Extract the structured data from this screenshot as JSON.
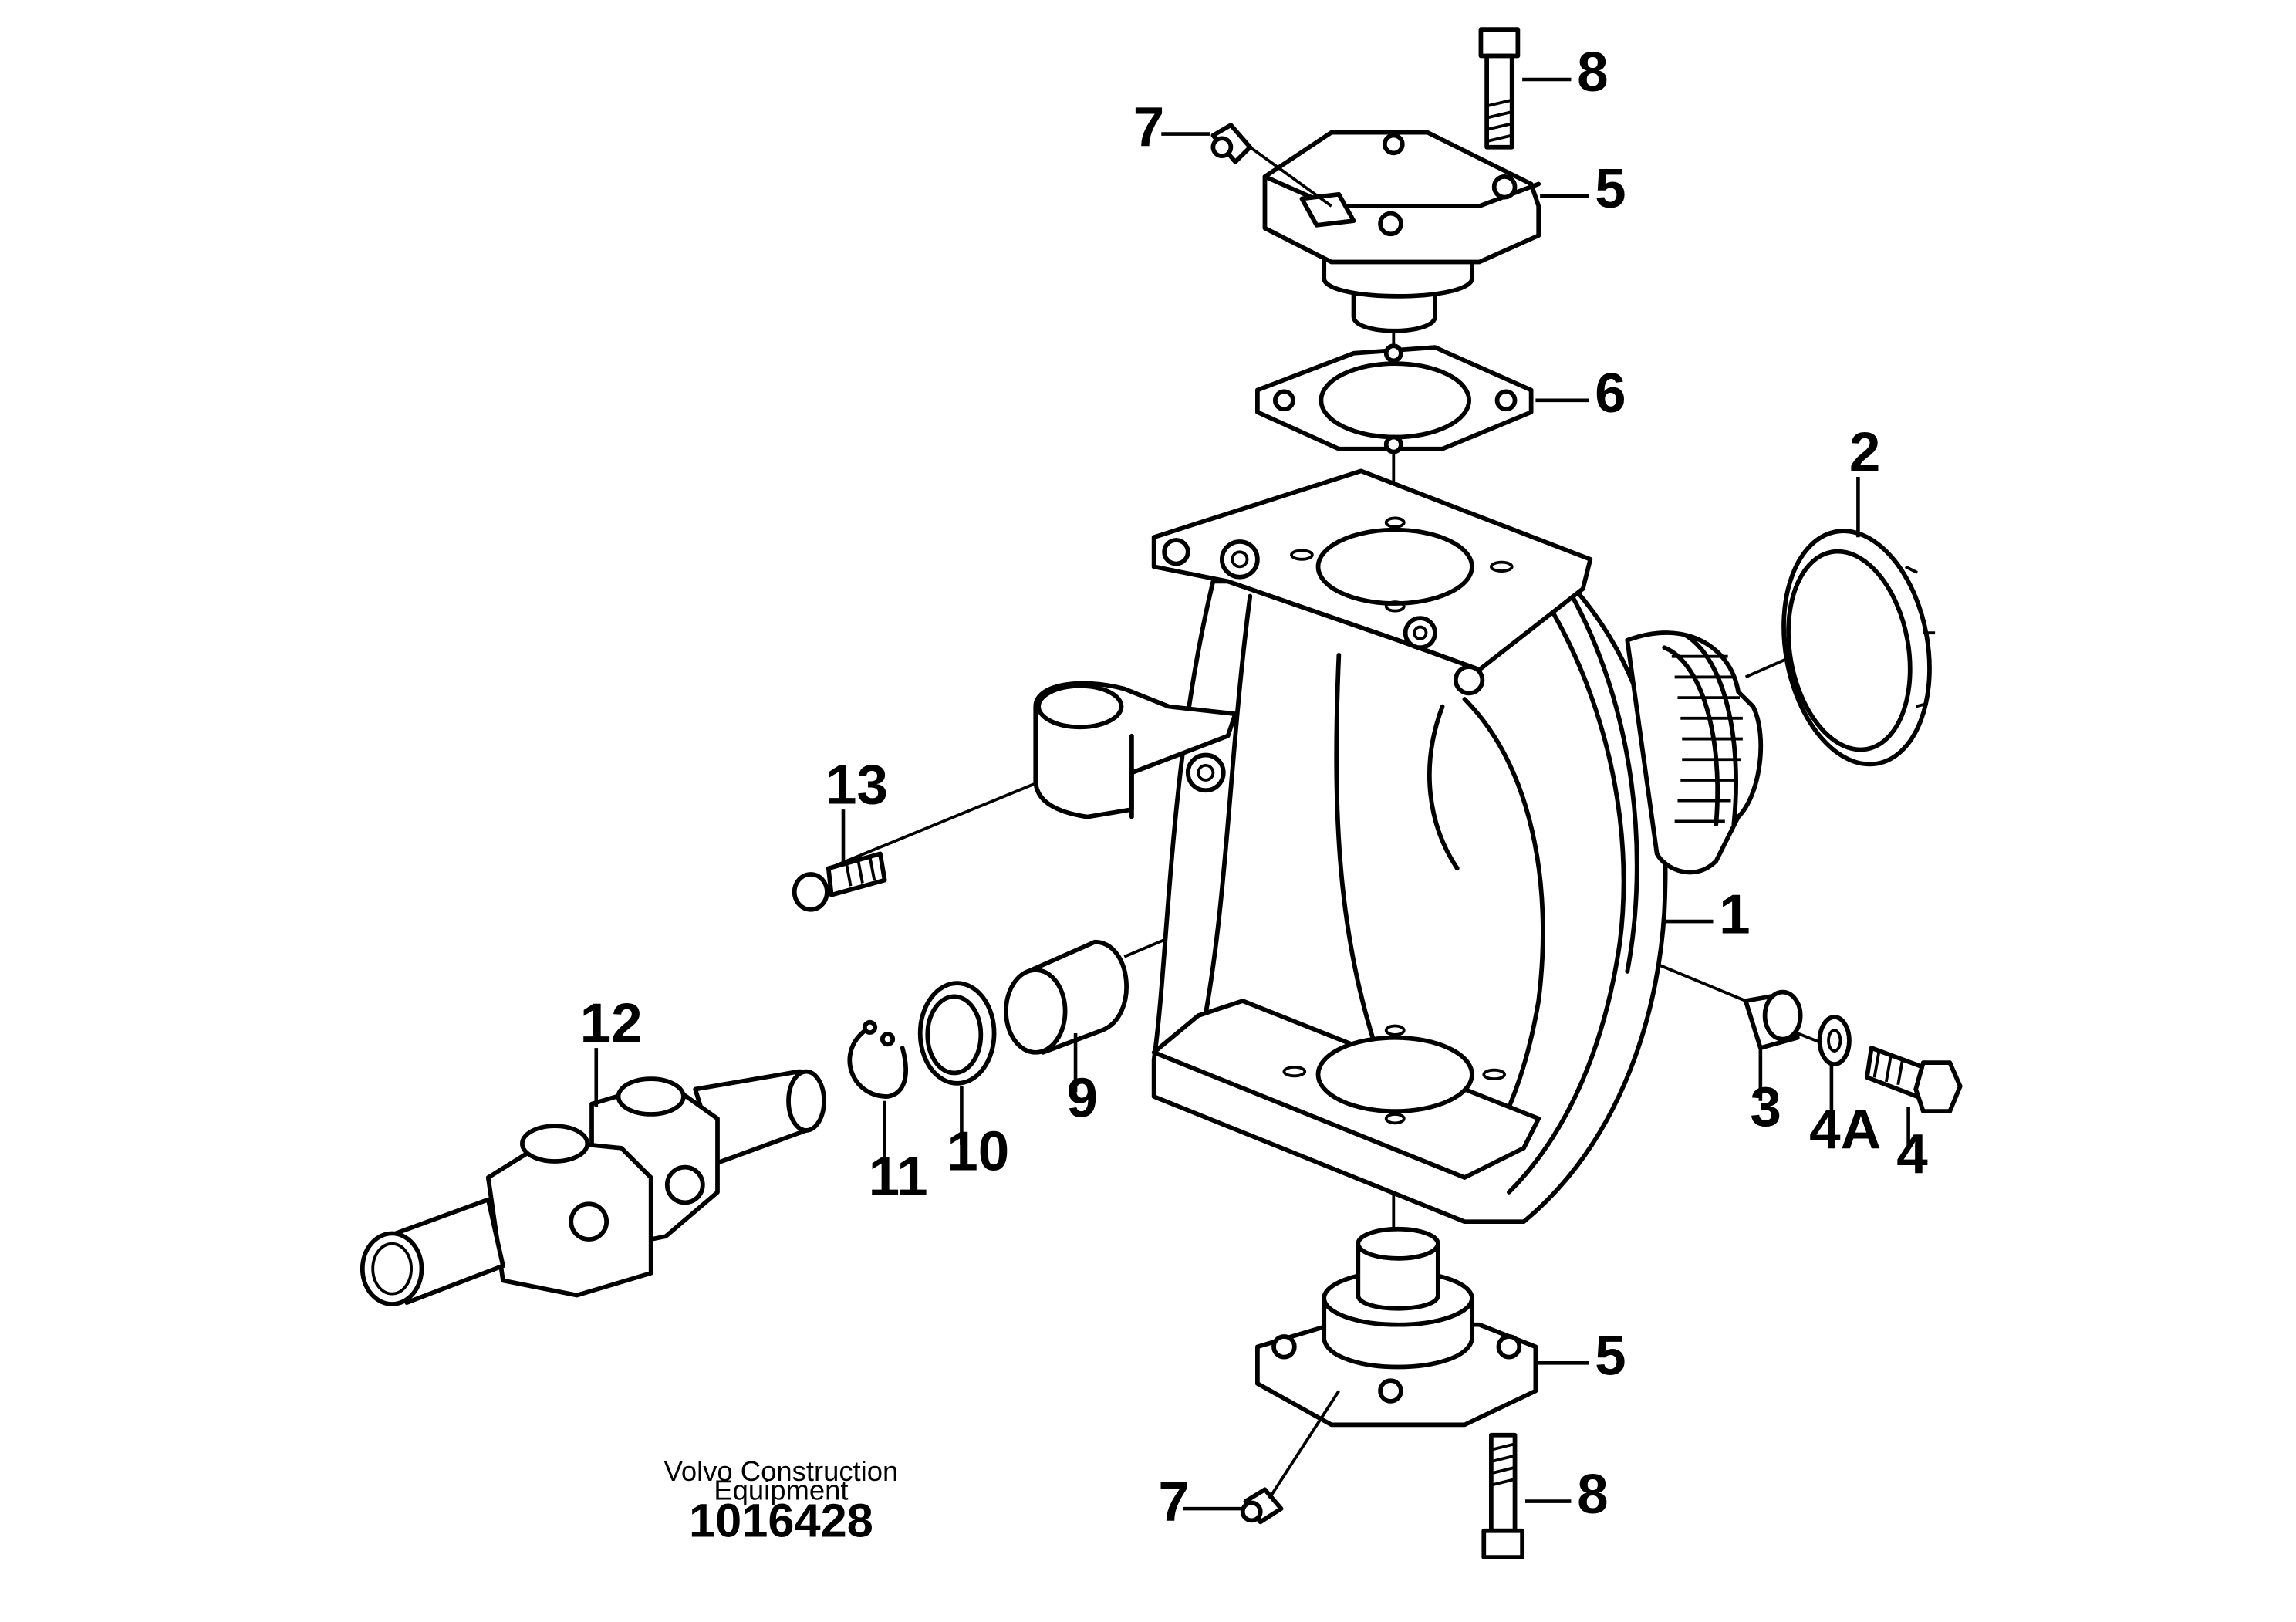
{
  "callouts": {
    "c1": "1",
    "c2": "2",
    "c3": "3",
    "c4": "4",
    "c4a": "4A",
    "c5_top": "5",
    "c5_bottom": "5",
    "c6": "6",
    "c7_top": "7",
    "c7_bottom": "7",
    "c8_top": "8",
    "c8_bottom": "8",
    "c9": "9",
    "c10": "10",
    "c11": "11",
    "c12": "12",
    "c13": "13"
  },
  "credit": {
    "line1": "Volvo Construction",
    "line2": "Equipment",
    "number": "1016428"
  }
}
